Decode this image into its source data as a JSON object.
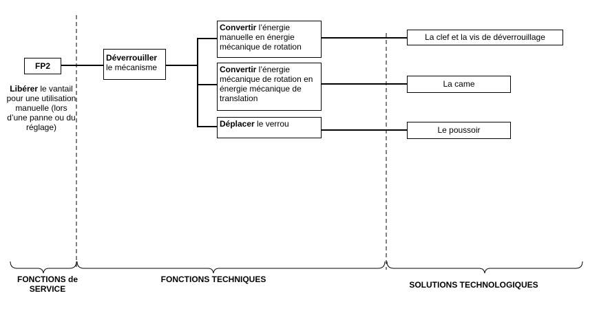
{
  "fp": {
    "code": "FP2",
    "verb": "Libérer",
    "text": " le vantail pour une utilisation manuelle (lors d’une panne ou du réglage)"
  },
  "ft_main": {
    "verb": "Déverrouiller",
    "text": "le mécanisme"
  },
  "ft_subs": [
    {
      "verb": "Convertir",
      "text": " l’énergie manuelle en énergie mécanique de rotation"
    },
    {
      "verb": "Convertir",
      "text": " l’énergie mécanique de rotation en énergie mécanique de translation"
    },
    {
      "verb": "Déplacer",
      "text": " le verrou"
    }
  ],
  "solutions": [
    "La clef et la vis de déverrouillage",
    "La came",
    "Le poussoir"
  ],
  "sections": {
    "service": "FONCTIONS de SERVICE",
    "techniques": "FONCTIONS TECHNIQUES",
    "solutions": "SOLUTIONS TECHNOLOGIQUES"
  }
}
